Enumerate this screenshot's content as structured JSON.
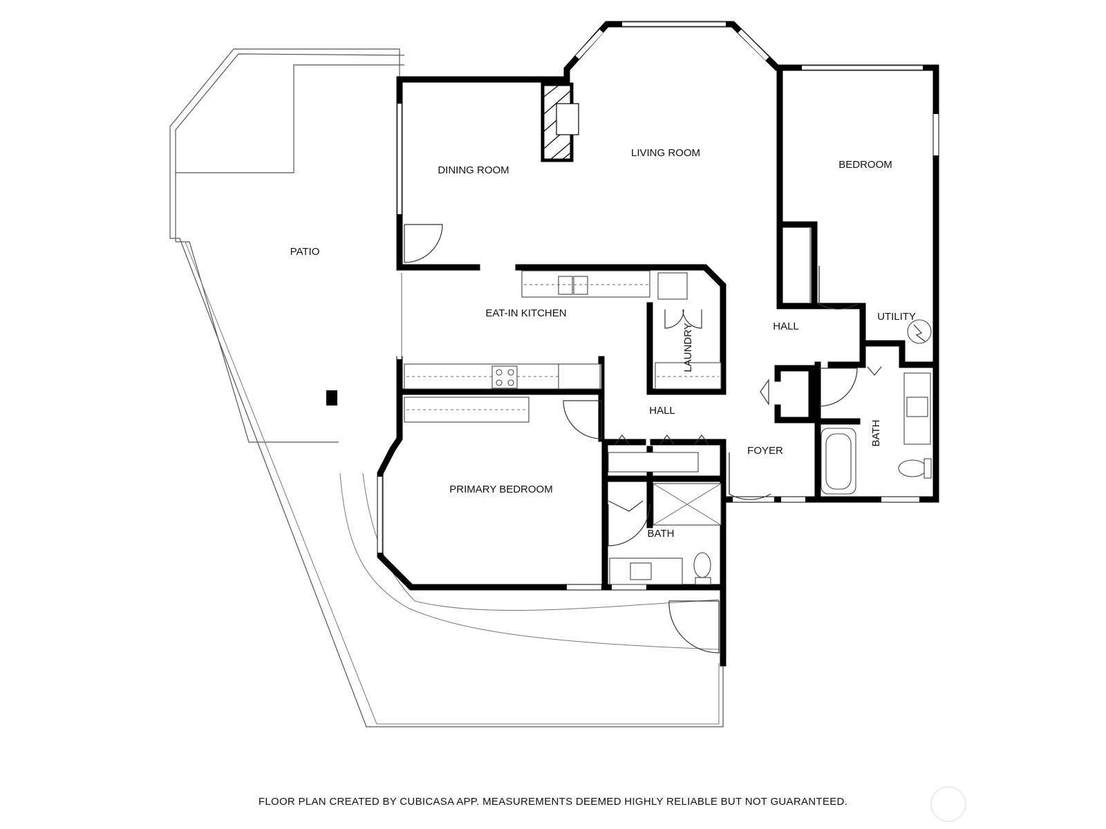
{
  "rooms": {
    "patio": "PATIO",
    "dining_room": "DINING ROOM",
    "living_room": "LIVING ROOM",
    "bedroom": "BEDROOM",
    "eat_in_kitchen": "EAT-IN KITCHEN",
    "laundry": "LAUNDRY",
    "hall_upper": "HALL",
    "utility": "UTILITY",
    "hall_lower": "HALL",
    "foyer": "FOYER",
    "bath_right": "BATH",
    "primary_bedroom": "PRIMARY BEDROOM",
    "bath_lower": "BATH"
  },
  "footer": "FLOOR PLAN CREATED BY CUBICASA APP. MEASUREMENTS DEEMED HIGHLY RELIABLE BUT NOT GUARANTEED.",
  "colors": {
    "walls": "#000000",
    "background": "#ffffff",
    "lines": "#555555"
  }
}
